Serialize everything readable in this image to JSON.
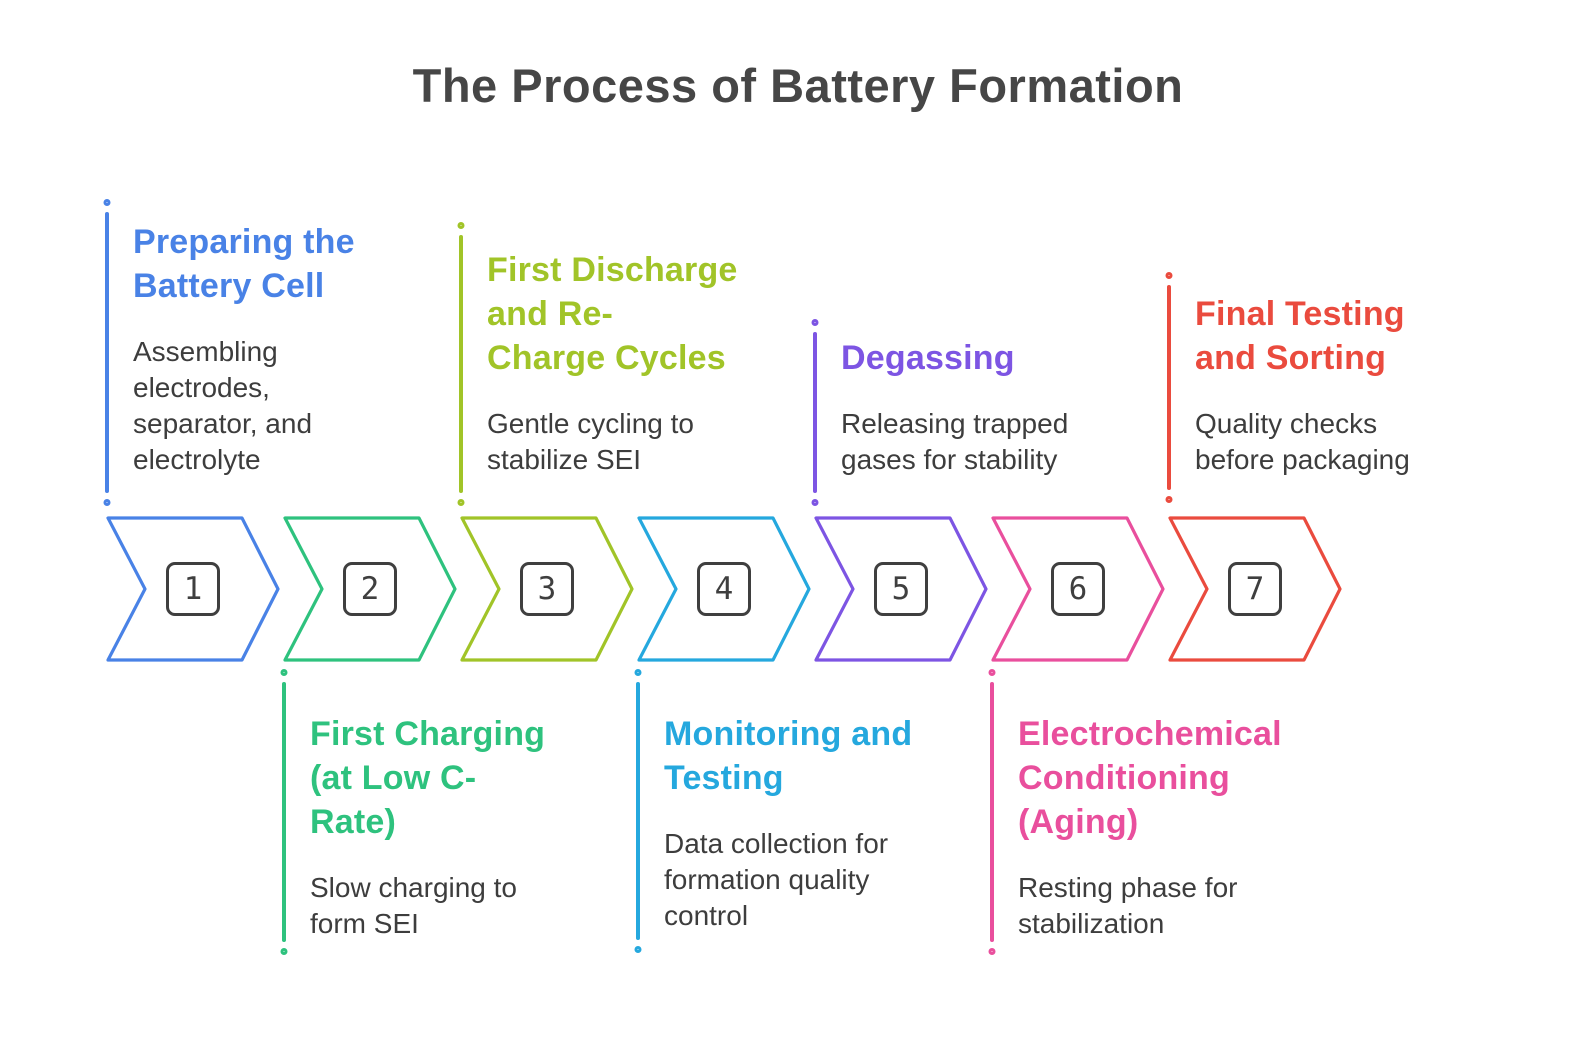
{
  "page": {
    "title": "The Process of Battery Formation",
    "background_color": "#ffffff",
    "heading_color": "#464646",
    "body_text_color": "#3d3d3d",
    "number_box_color": "#3f3f3f"
  },
  "steps": [
    {
      "number": "1",
      "title": "Preparing the\nBattery Cell",
      "description": "Assembling\nelectrodes,\nseparator, and\nelectrolyte",
      "color": "#4982e6",
      "label_position": "top"
    },
    {
      "number": "2",
      "title": "First Charging\n(at Low C-\nRate)",
      "description": "Slow charging to\nform SEI",
      "color": "#2ec27e",
      "label_position": "bottom"
    },
    {
      "number": "3",
      "title": "First Discharge\nand Re-\nCharge Cycles",
      "description": "Gentle cycling to\nstabilize SEI",
      "color": "#a1c428",
      "label_position": "top"
    },
    {
      "number": "4",
      "title": "Monitoring and\nTesting",
      "description": "Data collection for\nformation quality\ncontrol",
      "color": "#25a8de",
      "label_position": "bottom"
    },
    {
      "number": "5",
      "title": "Degassing",
      "description": "Releasing trapped\ngases for stability",
      "color": "#7d55e3",
      "label_position": "top"
    },
    {
      "number": "6",
      "title": "Electrochemical\nConditioning\n(Aging)",
      "description": "Resting phase for\nstabilization",
      "color": "#e94f9d",
      "label_position": "bottom"
    },
    {
      "number": "7",
      "title": "Final Testing\nand Sorting",
      "description": "Quality checks\nbefore packaging",
      "color": "#ea4b3e",
      "label_position": "top"
    }
  ]
}
